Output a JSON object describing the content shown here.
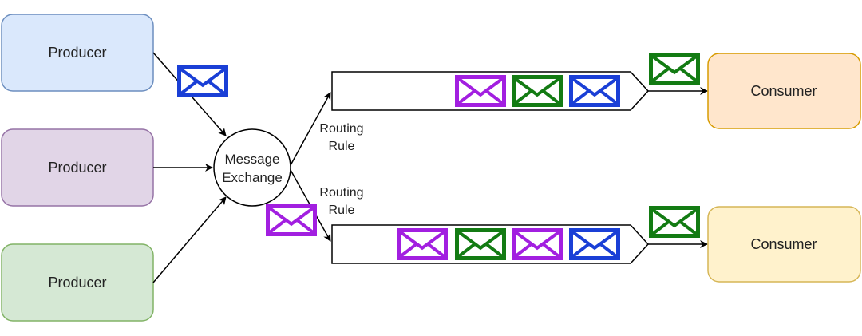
{
  "producers": [
    {
      "label": "Producer",
      "fill": "#dae8fc",
      "stroke": "#6c8ebf"
    },
    {
      "label": "Producer",
      "fill": "#e1d5e7",
      "stroke": "#9673a6"
    },
    {
      "label": "Producer",
      "fill": "#d5e8d4",
      "stroke": "#82b366"
    }
  ],
  "exchange": {
    "line1": "Message",
    "line2": "Exchange"
  },
  "routing_rules": [
    {
      "line1": "Routing",
      "line2": "Rule"
    },
    {
      "line1": "Routing",
      "line2": "Rule"
    }
  ],
  "consumers": [
    {
      "label": "Consumer",
      "fill": "#ffe6cc",
      "stroke": "#d79b00"
    },
    {
      "label": "Consumer",
      "fill": "#fff2cc",
      "stroke": "#d6b656"
    }
  ],
  "colors": {
    "blue_message": "#1a3fd6",
    "purple_message": "#a21fe0",
    "green_message": "#137b13",
    "arrow": "#000000"
  },
  "queues": [
    {
      "messages": [
        "purple",
        "green",
        "blue"
      ]
    },
    {
      "messages": [
        "purple",
        "green",
        "purple",
        "blue"
      ]
    }
  ]
}
